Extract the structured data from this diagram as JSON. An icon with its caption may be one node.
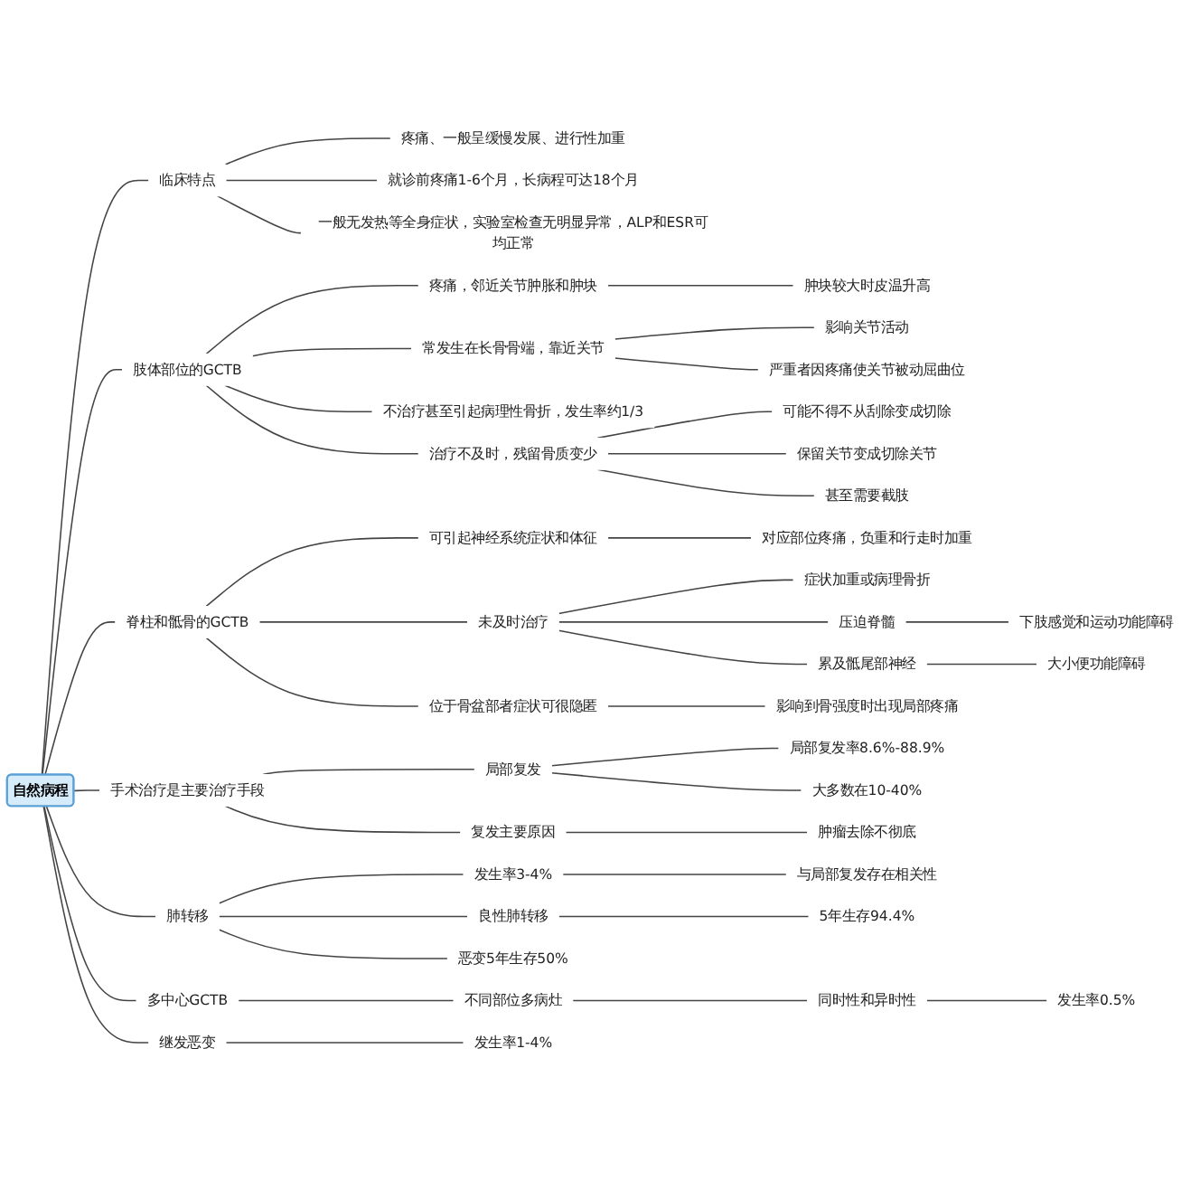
{
  "diagram": {
    "nodes": [
      {
        "text": [
          "自然病程"
        ]
      },
      {
        "text": [
          "临床特点"
        ]
      },
      {
        "text": [
          "疼痛、一般呈缓慢发展、进行性加重"
        ]
      },
      {
        "text": [
          "就诊前疼痛1-6个月，长病程可达18个月"
        ]
      },
      {
        "text": [
          "一般无发热等全身症状，实验室检查无明显异常，ALP和ESR可均正常"
        ]
      },
      {
        "text": [
          "肢体部位的GCTB"
        ]
      },
      {
        "text": [
          "疼痛，邻近关节肿胀和肿块"
        ]
      },
      {
        "text": [
          "肿块较大时皮温升高"
        ]
      },
      {
        "text": [
          "常发生在长骨骨端，靠近关节"
        ]
      },
      {
        "text": [
          "影响关节活动"
        ]
      },
      {
        "text": [
          "严重者因疼痛使关节被动屈曲位"
        ]
      },
      {
        "text": [
          "不治疗甚至引起病理性骨折，发生率约1/3"
        ]
      },
      {
        "text": [
          "治疗不及时，残留骨质变少"
        ]
      },
      {
        "text": [
          "可能不得不从刮除变成切除"
        ]
      },
      {
        "text": [
          "保留关节变成切除关节"
        ]
      },
      {
        "text": [
          "甚至需要截肢"
        ]
      },
      {
        "text": [
          "脊柱和骶骨的GCTB"
        ]
      },
      {
        "text": [
          "可引起神经系统症状和体征"
        ]
      },
      {
        "text": [
          "对应部位疼痛，负重和行走时加重"
        ]
      },
      {
        "text": [
          "未及时治疗"
        ]
      },
      {
        "text": [
          "症状加重或病理骨折"
        ]
      },
      {
        "text": [
          "压迫脊髓"
        ]
      },
      {
        "text": [
          "下肢感觉和运动功能障碍"
        ]
      },
      {
        "text": [
          "累及骶尾部神经"
        ]
      },
      {
        "text": [
          "大小便功能障碍"
        ]
      },
      {
        "text": [
          "位于骨盆部者症状可很隐匿"
        ]
      },
      {
        "text": [
          "影响到骨强度时出现局部疼痛"
        ]
      },
      {
        "text": [
          "手术治疗是主要治疗手段"
        ]
      },
      {
        "text": [
          "局部复发"
        ]
      },
      {
        "text": [
          "局部复发率8.6%-88.9%"
        ]
      },
      {
        "text": [
          "大多数在10-40%"
        ]
      },
      {
        "text": [
          "复发主要原因"
        ]
      },
      {
        "text": [
          "肿瘤去除不彻底"
        ]
      },
      {
        "text": [
          "肺转移"
        ]
      },
      {
        "text": [
          "发生率3-4%"
        ]
      },
      {
        "text": [
          "与局部复发存在相关性"
        ]
      },
      {
        "text": [
          "良性肺转移"
        ]
      },
      {
        "text": [
          "5年生存94.4%"
        ]
      },
      {
        "text": [
          "恶变5年生存50%"
        ]
      },
      {
        "text": [
          "多中心GCTB"
        ]
      },
      {
        "text": [
          "不同部位多病灶"
        ]
      },
      {
        "text": [
          "同时性和异时性"
        ]
      },
      {
        "text": [
          "发生率0.5%"
        ]
      },
      {
        "text": [
          "继发恶变"
        ]
      },
      {
        "text": [
          "发生率1-4%"
        ]
      }
    ],
    "edges": [
      {
        "from": 0,
        "to": 1,
        "arrow": "none"
      },
      {
        "from": 1,
        "to": 2,
        "arrow": "none"
      },
      {
        "from": 1,
        "to": 3,
        "arrow": "none"
      },
      {
        "from": 1,
        "to": 4,
        "arrow": "none"
      },
      {
        "from": 0,
        "to": 5,
        "arrow": "none"
      },
      {
        "from": 5,
        "to": 6,
        "arrow": "none"
      },
      {
        "from": 6,
        "to": 7,
        "arrow": "none"
      },
      {
        "from": 5,
        "to": 8,
        "arrow": "none"
      },
      {
        "from": 8,
        "to": 9,
        "arrow": "none"
      },
      {
        "from": 8,
        "to": 10,
        "arrow": "none"
      },
      {
        "from": 5,
        "to": 11,
        "arrow": "none"
      },
      {
        "from": 5,
        "to": 12,
        "arrow": "none"
      },
      {
        "from": 12,
        "to": 13,
        "arrow": "none"
      },
      {
        "from": 12,
        "to": 14,
        "arrow": "none"
      },
      {
        "from": 12,
        "to": 15,
        "arrow": "none"
      },
      {
        "from": 0,
        "to": 16,
        "arrow": "none"
      },
      {
        "from": 16,
        "to": 17,
        "arrow": "none"
      },
      {
        "from": 17,
        "to": 18,
        "arrow": "none"
      },
      {
        "from": 16,
        "to": 19,
        "arrow": "none"
      },
      {
        "from": 19,
        "to": 20,
        "arrow": "none"
      },
      {
        "from": 19,
        "to": 21,
        "arrow": "none"
      },
      {
        "from": 21,
        "to": 22,
        "arrow": "none"
      },
      {
        "from": 19,
        "to": 23,
        "arrow": "none"
      },
      {
        "from": 23,
        "to": 24,
        "arrow": "none"
      },
      {
        "from": 16,
        "to": 25,
        "arrow": "none"
      },
      {
        "from": 25,
        "to": 26,
        "arrow": "none"
      },
      {
        "from": 0,
        "to": 27,
        "arrow": "none"
      },
      {
        "from": 27,
        "to": 28,
        "arrow": "none"
      },
      {
        "from": 28,
        "to": 29,
        "arrow": "none"
      },
      {
        "from": 28,
        "to": 30,
        "arrow": "none"
      },
      {
        "from": 27,
        "to": 31,
        "arrow": "none"
      },
      {
        "from": 31,
        "to": 32,
        "arrow": "none"
      },
      {
        "from": 0,
        "to": 33,
        "arrow": "none"
      },
      {
        "from": 33,
        "to": 34,
        "arrow": "none"
      },
      {
        "from": 34,
        "to": 35,
        "arrow": "none"
      },
      {
        "from": 33,
        "to": 36,
        "arrow": "none"
      },
      {
        "from": 36,
        "to": 37,
        "arrow": "none"
      },
      {
        "from": 33,
        "to": 38,
        "arrow": "none"
      },
      {
        "from": 0,
        "to": 39,
        "arrow": "none"
      },
      {
        "from": 39,
        "to": 40,
        "arrow": "none"
      },
      {
        "from": 40,
        "to": 41,
        "arrow": "none"
      },
      {
        "from": 41,
        "to": 42,
        "arrow": "none"
      },
      {
        "from": 0,
        "to": 43,
        "arrow": "none"
      },
      {
        "from": 43,
        "to": 44,
        "arrow": "none"
      }
    ]
  }
}
